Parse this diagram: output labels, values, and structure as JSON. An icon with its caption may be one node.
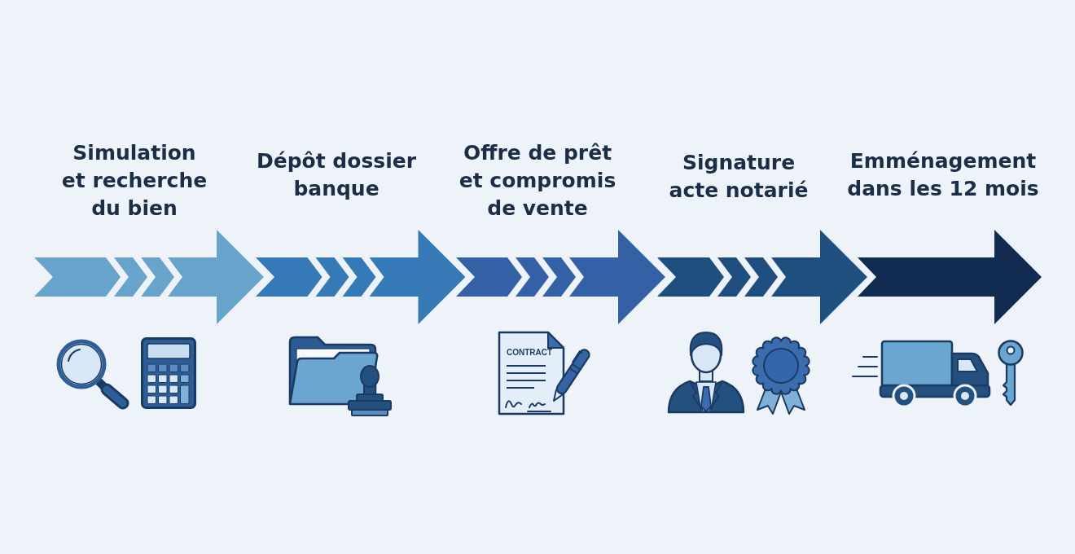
{
  "diagram": {
    "nodes": [
      {
        "text": [
          "Simulation et recherche du bien"
        ]
      },
      {
        "text": [
          "Dépôt dossier banque"
        ]
      },
      {
        "text": [
          "Offre de prêt et compromis de vente"
        ]
      },
      {
        "text": [
          "Signature acte notarié"
        ]
      },
      {
        "text": [
          "Emménagement dans les 12 mois"
        ]
      }
    ],
    "labels": [
      "CONTRACT"
    ]
  }
}
